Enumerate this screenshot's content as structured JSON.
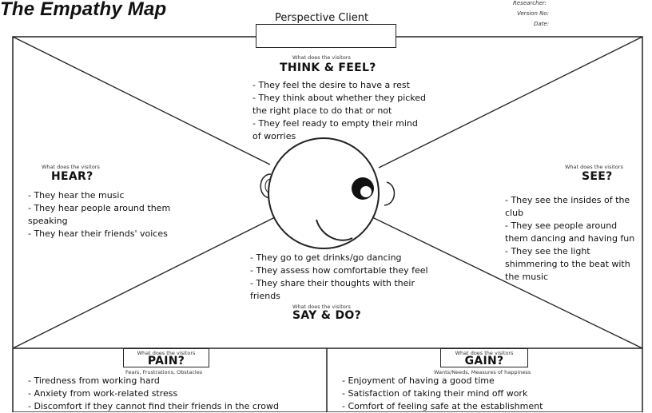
{
  "title": "The Empathy Map",
  "meta": {
    "researcher": "Researcher:",
    "version": "Version No:",
    "date": "Date:"
  },
  "perspective": "Perspective Client",
  "think_feel": {
    "prompt": "What does the visitors",
    "heading": "THINK &  FEEL?",
    "items": [
      "- They feel the desire to have a rest",
      "- They think about whether they picked",
      "the right place to do that or not",
      "- They feel ready to empty their mind",
      "of worries"
    ]
  },
  "hear": {
    "prompt": "What does the visitors",
    "heading": "HEAR?",
    "items": [
      "- They hear the music",
      "- They hear people around them",
      "speaking",
      "- They hear their friends' voices"
    ]
  },
  "see": {
    "prompt": "What does the visitors",
    "heading": "SEE?",
    "items": [
      "- They see the insides of the",
      "club",
      "- They see people around",
      "them dancing and having fun",
      "- They see the light",
      "shimmering to the beat with",
      "the music"
    ]
  },
  "say_do": {
    "prompt": "What does the visitors",
    "heading": "SAY & DO?",
    "items": [
      "- They go to get drinks/go dancing",
      "- They assess how comfortable they feel",
      "- They share their thoughts with their",
      "friends"
    ]
  },
  "pain": {
    "prompt": "What does the visitors",
    "heading": "PAIN?",
    "caption": "Fears, Frustrations, Obstacles",
    "items": [
      "- Tiredness from working hard",
      "- Anxiety from work-related stress",
      "- Discomfort if they cannot find their friends in the crowd"
    ]
  },
  "gain": {
    "prompt": "What does the visitors",
    "heading": "GAIN?",
    "caption": "Wants/Needs, Measures of happiness",
    "items": [
      "- Enjoyment of having a good time",
      "- Satisfaction of taking their mind off work",
      "- Comfort of feeling safe at the establishment"
    ]
  }
}
